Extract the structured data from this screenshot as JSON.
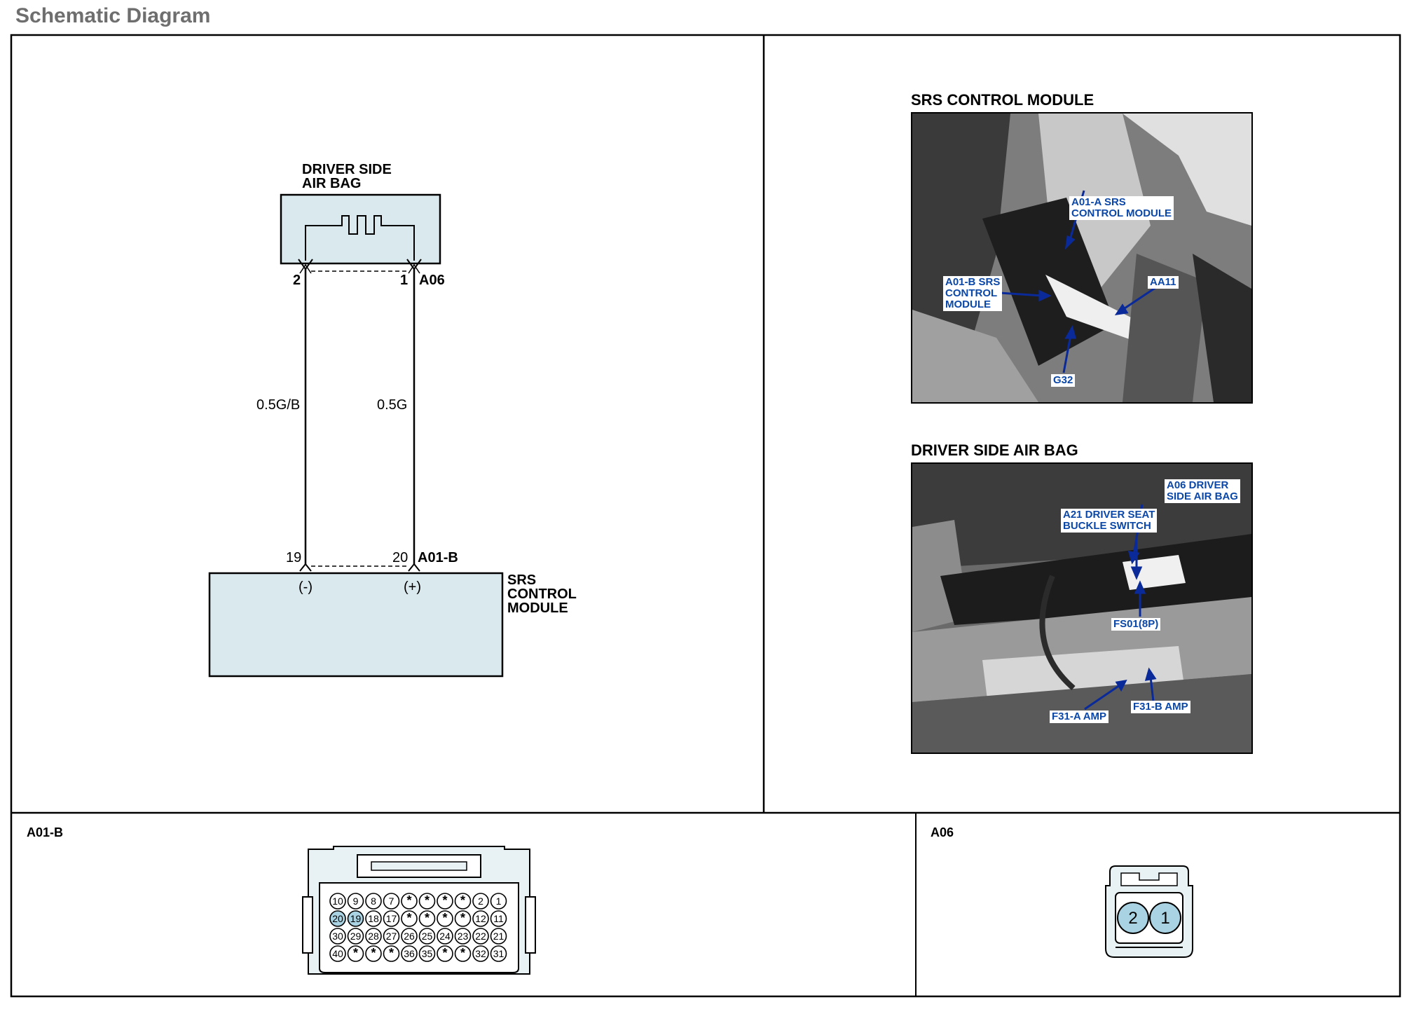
{
  "page": {
    "title": "Schematic Diagram"
  },
  "schematic": {
    "component_top": {
      "line1": "DRIVER SIDE",
      "line2": "AIR BAG",
      "connector": "A06",
      "pin_left": "2",
      "pin_right": "1"
    },
    "wire_left": "0.5G/B",
    "wire_right": "0.5G",
    "component_bottom": {
      "line1": "SRS",
      "line2": "CONTROL",
      "line3": "MODULE",
      "connector": "A01-B",
      "pin_left": "19",
      "pin_right": "20",
      "polarity_left": "(-)",
      "polarity_right": "(+)"
    }
  },
  "photos": [
    {
      "title": "SRS CONTROL MODULE",
      "callouts": [
        {
          "id": "a01a",
          "lines": [
            "A01-A SRS",
            "CONTROL MODULE"
          ]
        },
        {
          "id": "a01b",
          "lines": [
            "A01-B SRS",
            "CONTROL",
            "MODULE"
          ]
        },
        {
          "id": "aa11",
          "lines": [
            "AA11"
          ]
        },
        {
          "id": "g32",
          "lines": [
            "G32"
          ]
        }
      ]
    },
    {
      "title": "DRIVER SIDE AIR BAG",
      "callouts": [
        {
          "id": "a06",
          "lines": [
            "A06 DRIVER",
            "SIDE AIR BAG"
          ]
        },
        {
          "id": "a21",
          "lines": [
            "A21 DRIVER SEAT",
            "BUCKLE SWITCH"
          ]
        },
        {
          "id": "fs01",
          "lines": [
            "FS01(8P)"
          ]
        },
        {
          "id": "f31a",
          "lines": [
            "F31-A AMP"
          ]
        },
        {
          "id": "f31b",
          "lines": [
            "F31-B AMP"
          ]
        }
      ]
    }
  ],
  "connectors": {
    "a01b": {
      "title": "A01-B",
      "rows": [
        [
          "10",
          "9",
          "8",
          "7",
          "*",
          "*",
          "*",
          "*",
          "2",
          "1"
        ],
        [
          "20",
          "19",
          "18",
          "17",
          "*",
          "*",
          "*",
          "*",
          "12",
          "11"
        ],
        [
          "30",
          "29",
          "28",
          "27",
          "26",
          "25",
          "24",
          "23",
          "22",
          "21"
        ],
        [
          "40",
          "*",
          "*",
          "*",
          "36",
          "35",
          "*",
          "*",
          "32",
          "31"
        ]
      ],
      "highlighted": [
        "20",
        "19"
      ],
      "highlight_color": "#a9d3e3"
    },
    "a06": {
      "title": "A06",
      "pins": [
        "2",
        "1"
      ],
      "pin_color": "#a9d3e3"
    }
  },
  "colors": {
    "component_fill": "#d9e9ee",
    "callout_text": "#0a47a8",
    "callout_arrow": "#0a2a9a",
    "title_gray": "#6e6e6e"
  }
}
